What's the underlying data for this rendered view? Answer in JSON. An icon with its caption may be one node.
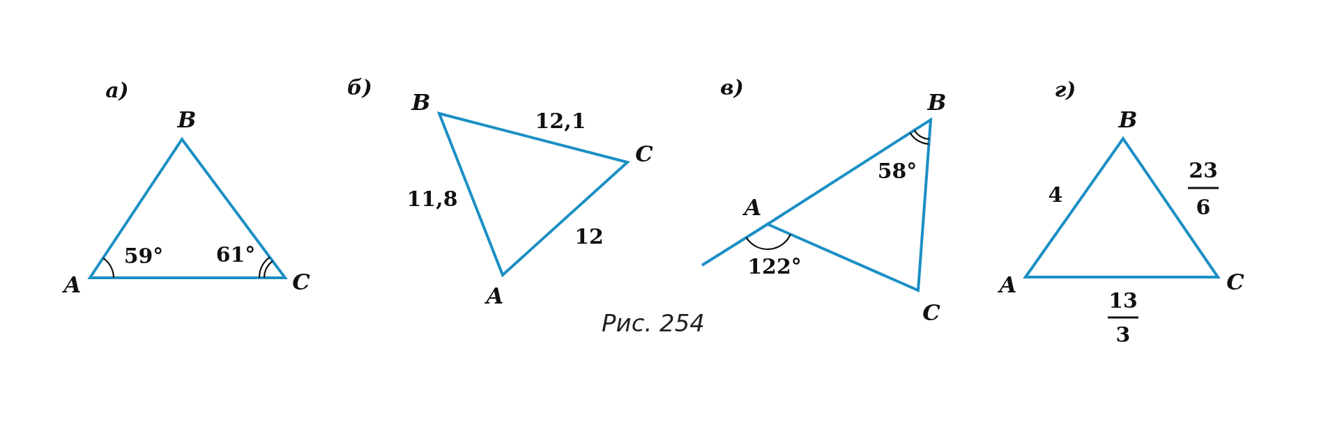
{
  "diagram": {
    "caption": "Рис. 254",
    "labels": [
      "а)",
      "б)",
      "в)",
      "г)",
      "B",
      "B",
      "B",
      "12,1",
      "B",
      "C",
      "58°",
      "23",
      "11,8",
      "4",
      "A",
      "6",
      "12",
      "59°",
      "61°",
      "122°",
      "A",
      "C",
      "A",
      "C",
      "A",
      "13",
      "C",
      "3"
    ]
  }
}
